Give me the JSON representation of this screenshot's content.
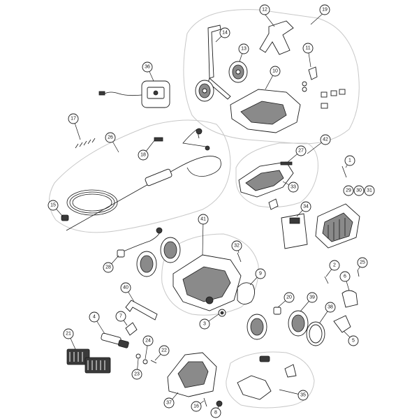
{
  "diagram": {
    "type": "exploded-parts-view",
    "callouts": [
      "1",
      "2",
      "3",
      "4",
      "5",
      "6",
      "7",
      "8",
      "9",
      "10",
      "11",
      "12",
      "13",
      "14",
      "15",
      "16",
      "17",
      "18",
      "19",
      "20",
      "21",
      "22",
      "23",
      "24",
      "25",
      "26",
      "27",
      "28",
      "29",
      "30",
      "31",
      "32",
      "33",
      "34",
      "35",
      "36",
      "37",
      "38",
      "39",
      "40",
      "41",
      "42"
    ]
  },
  "colors": {
    "line": "#1a1a1a",
    "group_outline": "#c8c8c8",
    "dark_part": "#3a3a3a",
    "background": "#ffffff"
  }
}
